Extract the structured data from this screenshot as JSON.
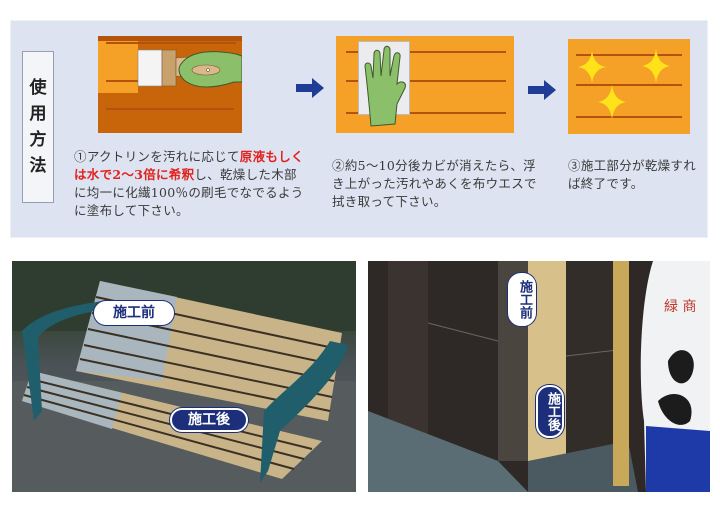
{
  "usage_panel": {
    "side_label": [
      "使",
      "用",
      "方",
      "法"
    ],
    "steps": [
      {
        "number": "①",
        "text_before": "アクトリンを汚れに応じて",
        "highlight": "原液もしくは水で2～3倍に希釈",
        "text_after": "し、乾燥した木部に均一に化繊100％の刷毛でなでるように塗布して下さい。",
        "illustration": "brush-on-wood"
      },
      {
        "number": "②",
        "text": "約5～10分後カビが消えたら、浮き上がった汚れやあくを布ウエスで拭き取って下さい。",
        "illustration": "wipe-with-cloth"
      },
      {
        "number": "③",
        "text": "施工部分が乾燥すれば終了です。",
        "illustration": "sparkling-wood"
      }
    ],
    "arrow_icon": "right-arrow-icon"
  },
  "photos": [
    {
      "subject": "bench",
      "labels": {
        "before": "施工前",
        "after": "施工後"
      }
    },
    {
      "subject": "wooden-wall-corner",
      "labels": {
        "before": "施工前",
        "after": "施工後"
      }
    }
  ],
  "colors": {
    "panel_bg": "#dde3f0",
    "wood_dark": "#c8650a",
    "wood_light": "#f5a027",
    "glove": "#8cbf6a",
    "arrow": "#1f3c96",
    "highlight_text": "#e2221e",
    "badge": "#1d2f7a",
    "sparkle": "#ffe21a"
  }
}
